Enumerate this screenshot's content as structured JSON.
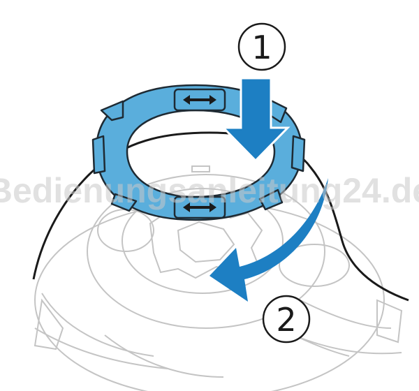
{
  "steps": [
    {
      "label": "1"
    },
    {
      "label": "2"
    }
  ],
  "watermark": "Bedienungsanleitung24.de",
  "colors": {
    "ring_fill": "#5aaedc",
    "ring_stroke": "#1e2a33",
    "arrow_fill": "#1d7fc3",
    "outline": "#1a1a1a",
    "light_lines": "#bdbdbd"
  },
  "icons": [
    "double-arrow-icon",
    "double-arrow-icon"
  ]
}
